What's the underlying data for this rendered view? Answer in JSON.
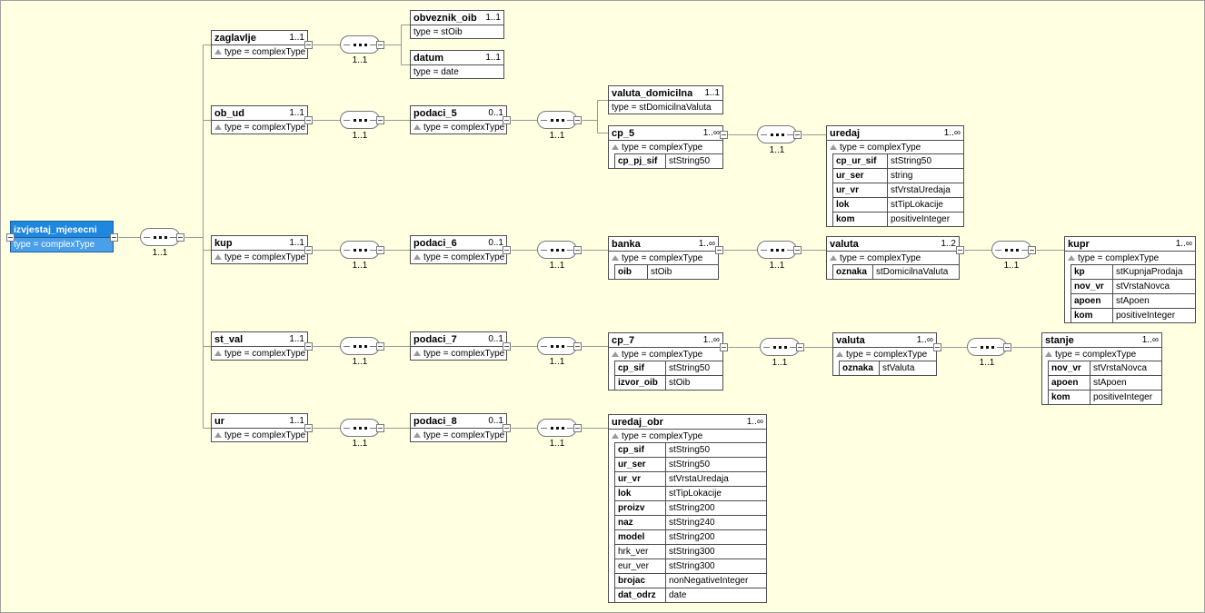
{
  "labels": {
    "seq_card": "1..1"
  },
  "colors": {
    "background": "#ffffe1",
    "selected_header": "#1f87dd",
    "selected_body": "#4aa0e8",
    "box_border": "#4d4d4d",
    "wire": "#999999"
  },
  "root": {
    "name": "izvjestaj_mjesecni",
    "type": "type = complexType"
  },
  "nodes": {
    "zaglavlje": {
      "name": "zaglavlje",
      "card": "1..1",
      "type": "type = complexType"
    },
    "obveznik_oib": {
      "name": "obveznik_oib",
      "card": "1..1",
      "type": "type = stOib"
    },
    "datum": {
      "name": "datum",
      "card": "1..1",
      "type": "type = date"
    },
    "ob_ud": {
      "name": "ob_ud",
      "card": "1..1",
      "type": "type = complexType"
    },
    "podaci_5": {
      "name": "podaci_5",
      "card": "0..1",
      "type": "type = complexType"
    },
    "valuta_domicilna": {
      "name": "valuta_domicilna",
      "card": "1..1",
      "type": "type = stDomicilnaValuta"
    },
    "cp_5": {
      "name": "cp_5",
      "card": "1..∞",
      "type": "type = complexType",
      "attrs": [
        {
          "n": "cp_pj_sif",
          "t": "stString50"
        }
      ]
    },
    "uredaj": {
      "name": "uredaj",
      "card": "1..∞",
      "type": "type = complexType",
      "attrs": [
        {
          "n": "cp_ur_sif",
          "t": "stString50"
        },
        {
          "n": "ur_ser",
          "t": "string"
        },
        {
          "n": "ur_vr",
          "t": "stVrstaUredaja"
        },
        {
          "n": "lok",
          "t": "stTipLokacije"
        },
        {
          "n": "kom",
          "t": "positiveInteger"
        }
      ]
    },
    "kup": {
      "name": "kup",
      "card": "1..1",
      "type": "type = complexType"
    },
    "podaci_6": {
      "name": "podaci_6",
      "card": "0..1",
      "type": "type = complexType"
    },
    "banka": {
      "name": "banka",
      "card": "1..∞",
      "type": "type = complexType",
      "attrs": [
        {
          "n": "oib",
          "t": "stOib"
        }
      ]
    },
    "valuta_kup": {
      "name": "valuta",
      "card": "1..2",
      "type": "type = complexType",
      "attrs": [
        {
          "n": "oznaka",
          "t": "stDomicilnaValuta"
        }
      ]
    },
    "kupr": {
      "name": "kupr",
      "card": "1..∞",
      "type": "type = complexType",
      "attrs": [
        {
          "n": "kp",
          "t": "stKupnjaProdaja"
        },
        {
          "n": "nov_vr",
          "t": "stVrstaNovca"
        },
        {
          "n": "apoen",
          "t": "stApoen"
        },
        {
          "n": "kom",
          "t": "positiveInteger"
        }
      ]
    },
    "st_val": {
      "name": "st_val",
      "card": "1..1",
      "type": "type = complexType"
    },
    "podaci_7": {
      "name": "podaci_7",
      "card": "0..1",
      "type": "type = complexType"
    },
    "cp_7": {
      "name": "cp_7",
      "card": "1..∞",
      "type": "type = complexType",
      "attrs": [
        {
          "n": "cp_sif",
          "t": "stString50"
        },
        {
          "n": "izvor_oib",
          "t": "stOib"
        }
      ]
    },
    "valuta_st": {
      "name": "valuta",
      "card": "1..∞",
      "type": "type = complexType",
      "attrs": [
        {
          "n": "oznaka",
          "t": "stValuta"
        }
      ]
    },
    "stanje": {
      "name": "stanje",
      "card": "1..∞",
      "type": "type = complexType",
      "attrs": [
        {
          "n": "nov_vr",
          "t": "stVrstaNovca"
        },
        {
          "n": "apoen",
          "t": "stApoen"
        },
        {
          "n": "kom",
          "t": "positiveInteger"
        }
      ]
    },
    "ur": {
      "name": "ur",
      "card": "1..1",
      "type": "type = complexType"
    },
    "podaci_8": {
      "name": "podaci_8",
      "card": "0..1",
      "type": "type = complexType"
    },
    "uredaj_obr": {
      "name": "uredaj_obr",
      "card": "1..∞",
      "type": "type = complexType",
      "attrs": [
        {
          "n": "cp_sif",
          "t": "stString50"
        },
        {
          "n": "ur_ser",
          "t": "stString50"
        },
        {
          "n": "ur_vr",
          "t": "stVrstaUredaja"
        },
        {
          "n": "lok",
          "t": "stTipLokacije"
        },
        {
          "n": "proizv",
          "t": "stString200"
        },
        {
          "n": "naz",
          "t": "stString240"
        },
        {
          "n": "model",
          "t": "stString200"
        },
        {
          "n": "hrk_ver",
          "t": "stString300",
          "req": false
        },
        {
          "n": "eur_ver",
          "t": "stString300",
          "req": false
        },
        {
          "n": "brojac",
          "t": "nonNegativeInteger"
        },
        {
          "n": "dat_odrz",
          "t": "date"
        }
      ]
    }
  }
}
